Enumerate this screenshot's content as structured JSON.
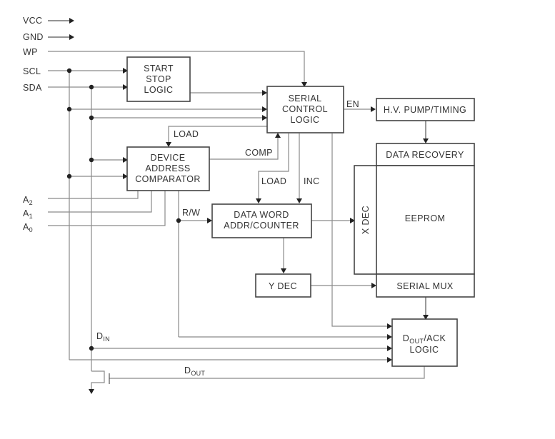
{
  "diagram": {
    "type": "block-diagram",
    "title": "Serial EEPROM functional block diagram",
    "pins": {
      "vcc": "VCC",
      "gnd": "GND",
      "wp": "WP",
      "scl": "SCL",
      "sda": "SDA",
      "a2": {
        "base": "A",
        "sub": "2"
      },
      "a1": {
        "base": "A",
        "sub": "1"
      },
      "a0": {
        "base": "A",
        "sub": "0"
      }
    },
    "blocks": {
      "start_stop": [
        "START",
        "STOP",
        "LOGIC"
      ],
      "serial_control": [
        "SERIAL",
        "CONTROL",
        "LOGIC"
      ],
      "hv_pump": "H.V. PUMP/TIMING",
      "device_address": [
        "DEVICE",
        "ADDRESS",
        "COMPARATOR"
      ],
      "data_recovery": "DATA RECOVERY",
      "eeprom": "EEPROM",
      "x_dec": "X DEC",
      "data_word": [
        "DATA WORD",
        "ADDR/COUNTER"
      ],
      "y_dec": "Y DEC",
      "serial_mux": "SERIAL MUX",
      "dout_ack": {
        "base": "D",
        "sub": "OUT",
        "rest": "/ACK",
        "line2": "LOGIC"
      }
    },
    "signals": {
      "en": "EN",
      "load_top": "LOAD",
      "comp": "COMP",
      "load_mid": "LOAD",
      "inc": "INC",
      "rw": "R/W",
      "din": {
        "base": "D",
        "sub": "IN"
      },
      "dout": {
        "base": "D",
        "sub": "OUT"
      }
    }
  }
}
